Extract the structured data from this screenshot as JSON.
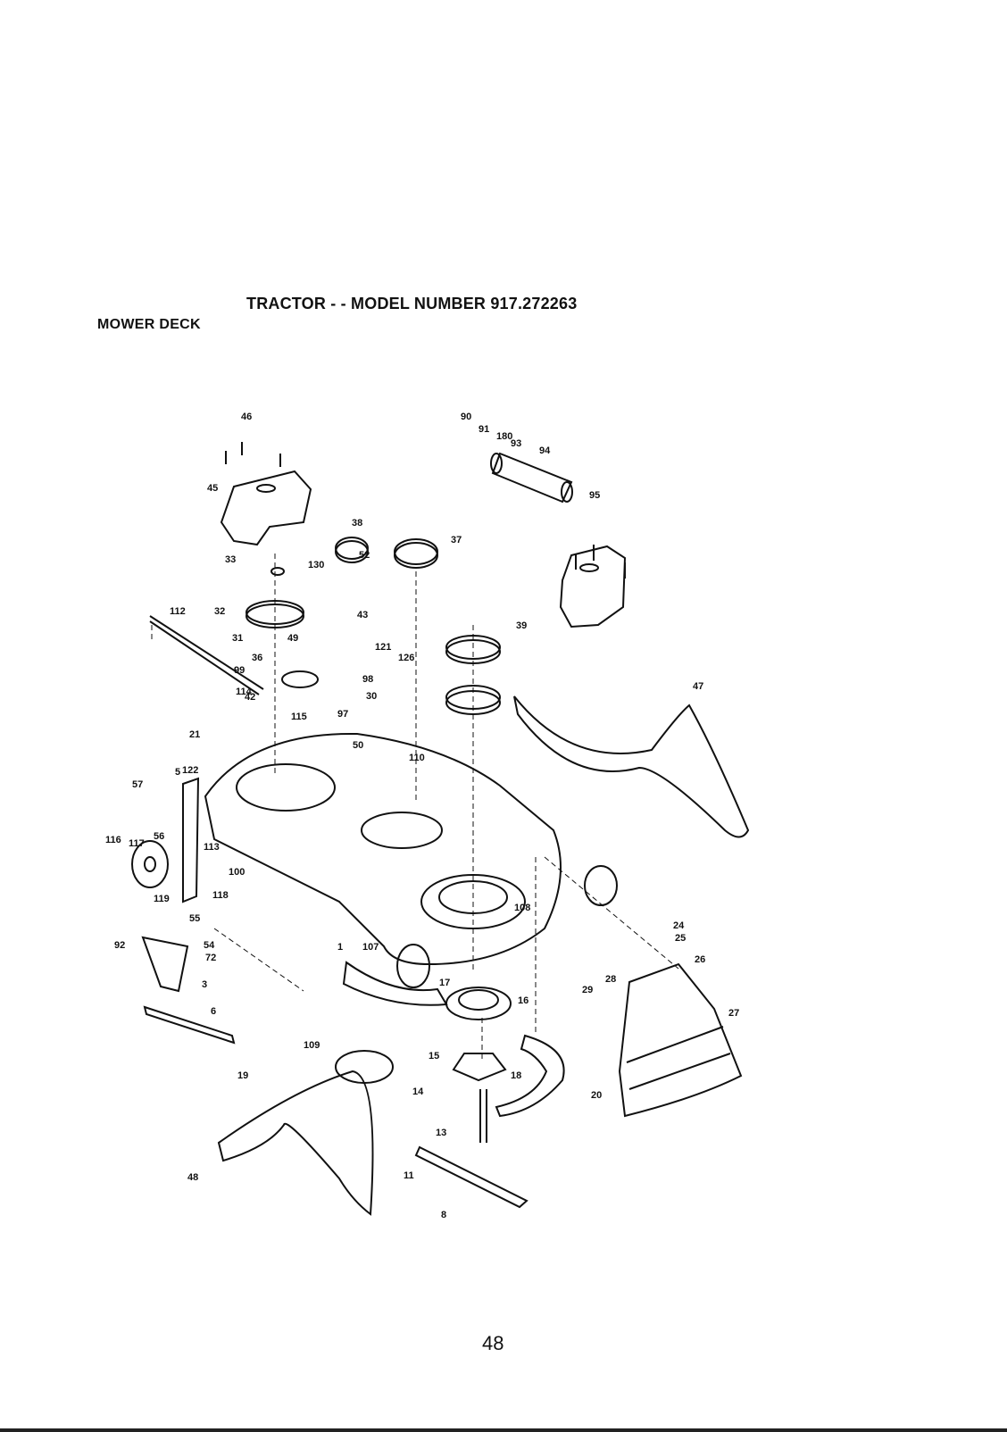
{
  "header": {
    "title": "TRACTOR - - MODEL NUMBER 917.272263",
    "subtitle": "MOWER DECK"
  },
  "footer": {
    "page_number": "48"
  },
  "callouts": [
    "46",
    "45",
    "33",
    "32",
    "31",
    "36",
    "99",
    "42",
    "49",
    "130",
    "38",
    "52",
    "43",
    "121",
    "126",
    "98",
    "97",
    "115",
    "50",
    "30",
    "110",
    "37",
    "39",
    "112",
    "114",
    "21",
    "122",
    "57",
    "5",
    "56",
    "116",
    "117",
    "113",
    "100",
    "119",
    "118",
    "55",
    "92",
    "54",
    "72",
    "3",
    "6",
    "19",
    "107",
    "1",
    "109",
    "17",
    "16",
    "15",
    "14",
    "18",
    "20",
    "13",
    "11",
    "8",
    "48",
    "108",
    "24",
    "25",
    "26",
    "27",
    "28",
    "29",
    "47",
    "90",
    "91",
    "180",
    "93",
    "94",
    "95"
  ]
}
